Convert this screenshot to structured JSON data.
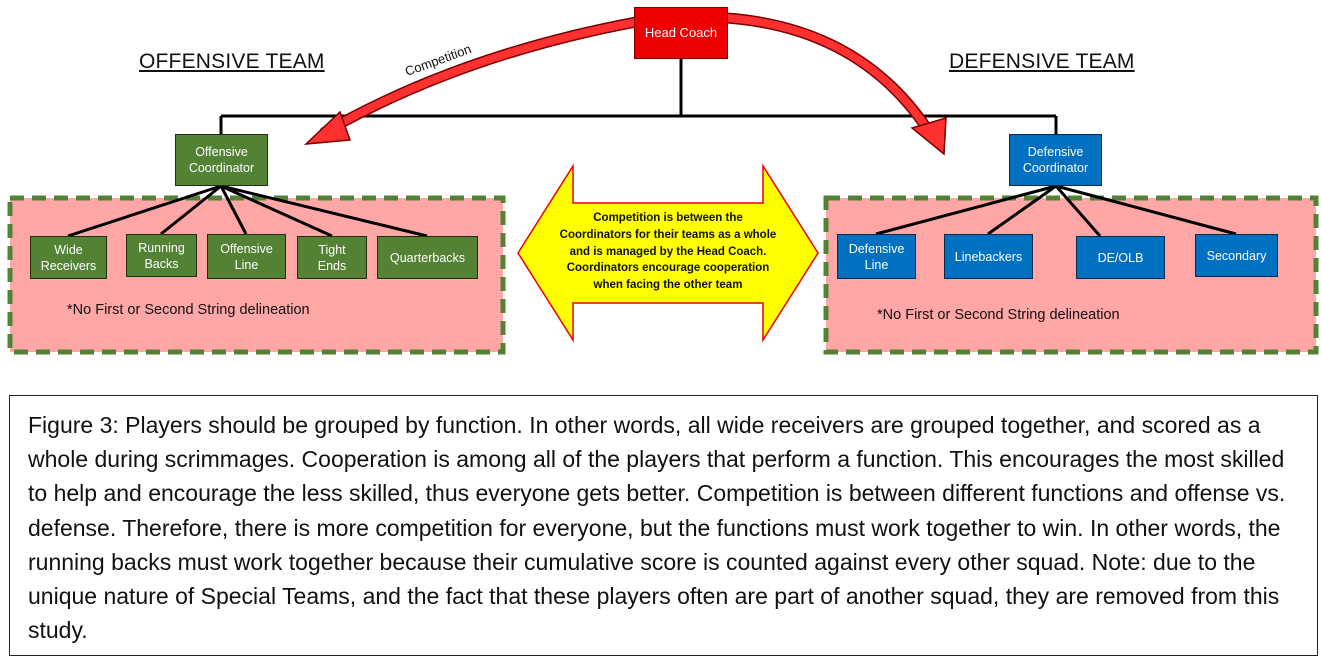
{
  "diagram": {
    "head_coach": "Head Coach",
    "offense": {
      "title": "OFFENSIVE TEAM",
      "coordinator": "Offensive\nCoordinator",
      "units": [
        "Wide\nReceivers",
        "Running\nBacks",
        "Offensive\nLine",
        "Tight\nEnds",
        "Quarterbacks"
      ],
      "note": "*No First or Second String delineation"
    },
    "defense": {
      "title": "DEFENSIVE TEAM",
      "coordinator": "Defensive\nCoordinator",
      "units": [
        "Defensive\nLine",
        "Linebackers",
        "DE/OLB",
        "Secondary"
      ],
      "note": "*No First or Second String delineation"
    },
    "competition_label": "Competition",
    "center_arrow_text": "Competition is between the\nCoordinators for their teams as a whole\nand is managed by the Head Coach.\nCoordinators encourage cooperation\nwhen facing the other team",
    "colors": {
      "offense_green": "#548235",
      "defense_blue": "#0070c0",
      "head_coach_red": "#ee0000",
      "group_fill": "#ffa6a6",
      "group_border": "#548235",
      "center_arrow_fill": "#ffff00",
      "center_arrow_border": "#ee0000"
    }
  },
  "caption": "Figure 3: Players should be grouped by function.  In other words, all wide receivers are grouped together, and scored as a whole during scrimmages. Cooperation is among all of the players that perform a function.  This encourages the most skilled to help and encourage the less skilled, thus everyone gets better. Competition is between different functions and offense vs. defense.  Therefore, there is more competition for everyone, but the functions must work together to win.  In other words, the running backs must work together because their cumulative score is counted against every other squad.  Note: due to the unique nature of Special Teams, and the fact that these players often are part of another squad, they are removed from this study."
}
